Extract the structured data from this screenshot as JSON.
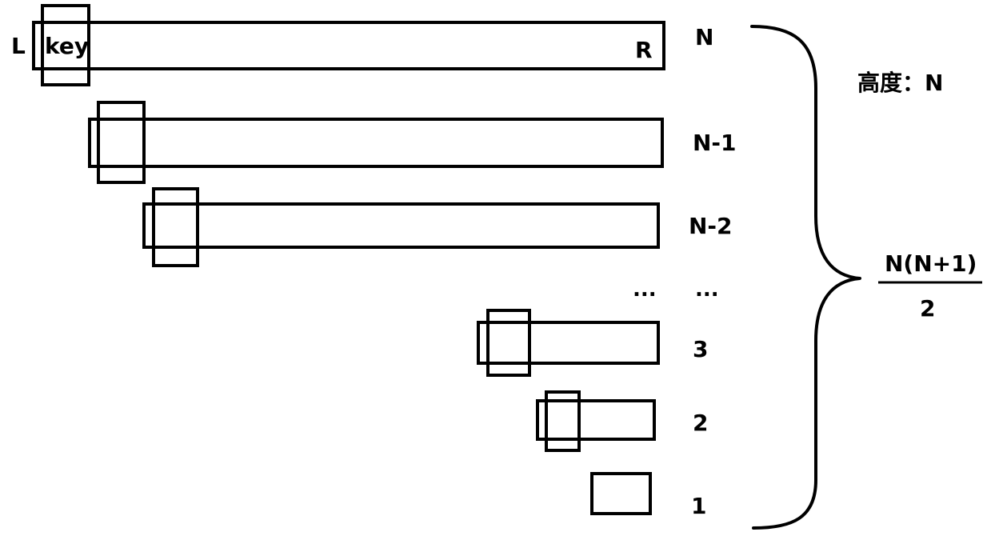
{
  "marker_left": "L",
  "marker_key": "key",
  "marker_right": "R",
  "rows": [
    {
      "label": "N"
    },
    {
      "label": "N-1"
    },
    {
      "label": "N-2"
    },
    {
      "label": "3"
    },
    {
      "label": "2"
    },
    {
      "label": "1"
    }
  ],
  "ellipsis_left": "...",
  "ellipsis_right": "...",
  "height_label": "高度：N",
  "formula_numerator": "N(N+1)",
  "formula_denominator": "2"
}
